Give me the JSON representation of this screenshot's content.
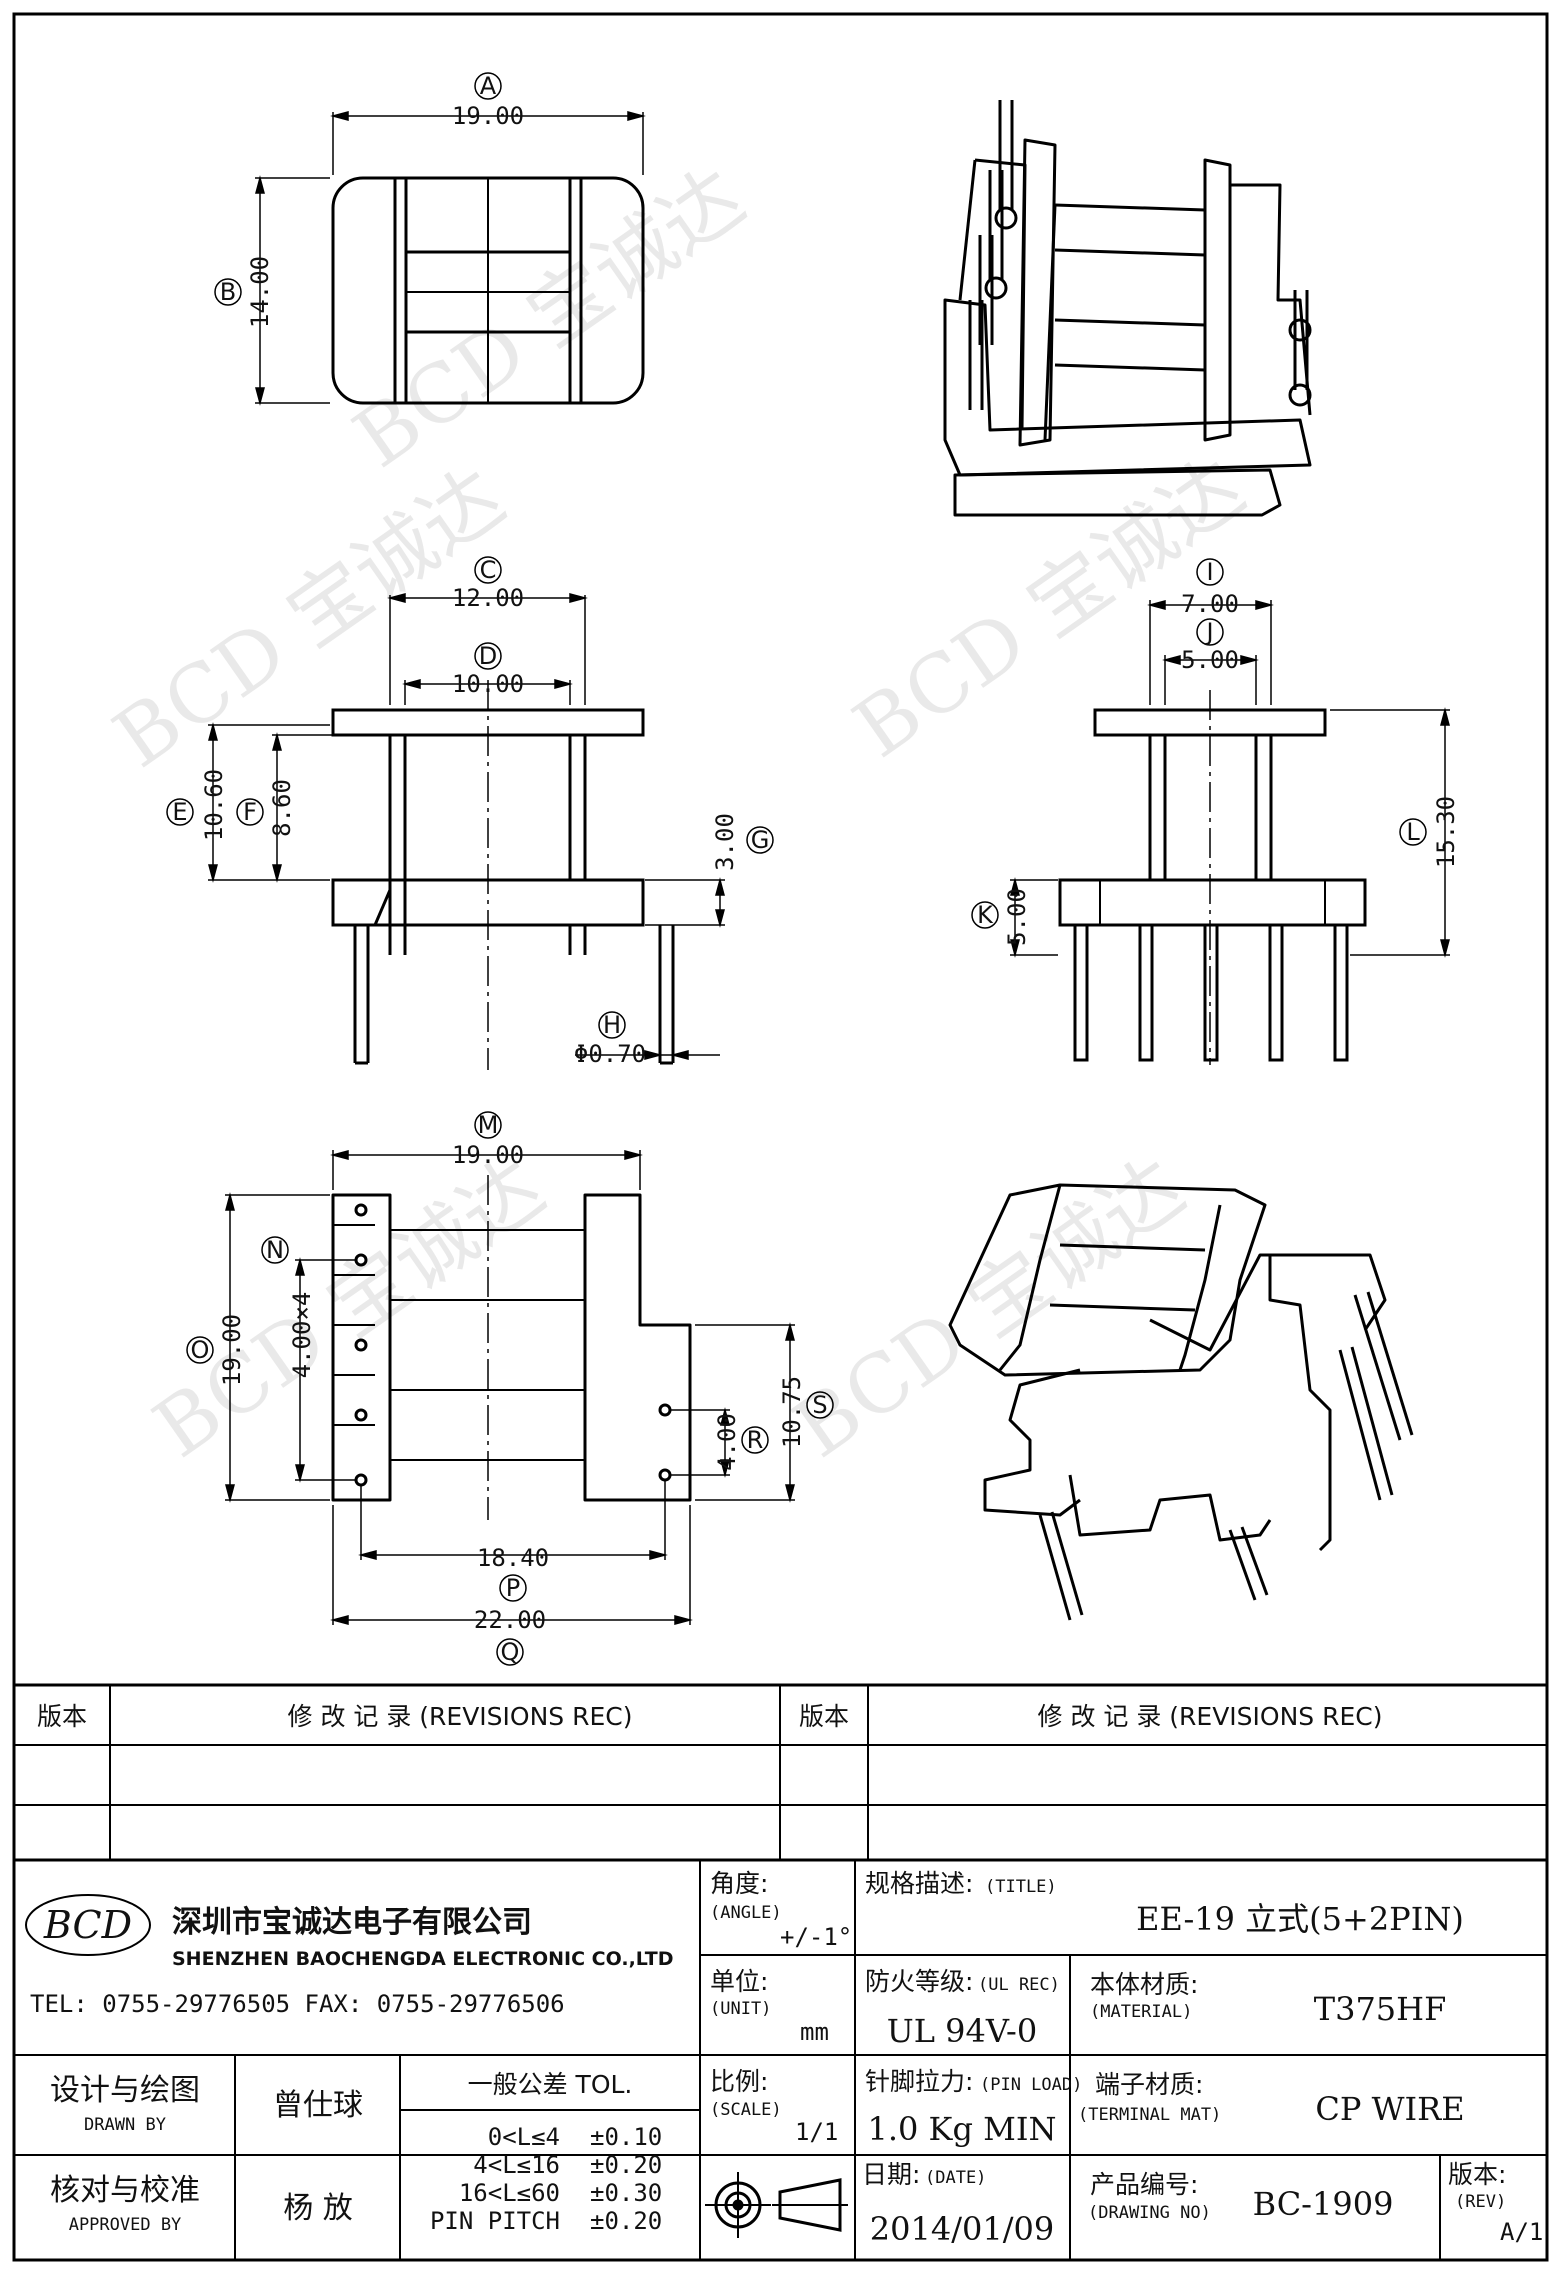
{
  "dimensions": {
    "A": {
      "letter": "A",
      "value": "19.00"
    },
    "B": {
      "letter": "B",
      "value": "14.00"
    },
    "C": {
      "letter": "C",
      "value": "12.00"
    },
    "D": {
      "letter": "D",
      "value": "10.00"
    },
    "E": {
      "letter": "E",
      "value": "10.60"
    },
    "F": {
      "letter": "F",
      "value": "8.60"
    },
    "G": {
      "letter": "G",
      "value": "3.00"
    },
    "H": {
      "letter": "H",
      "value": "Φ0.70"
    },
    "I": {
      "letter": "I",
      "value": "7.00"
    },
    "J": {
      "letter": "J",
      "value": "5.00"
    },
    "K": {
      "letter": "K",
      "value": "5.00"
    },
    "L": {
      "letter": "L",
      "value": "15.30"
    },
    "M": {
      "letter": "M",
      "value": "19.00"
    },
    "N": {
      "letter": "N",
      "value": "4.00×4"
    },
    "O": {
      "letter": "O",
      "value": "19.00"
    },
    "P": {
      "letter": "P",
      "value": "18.40"
    },
    "Q": {
      "letter": "Q",
      "value": "22.00"
    },
    "R": {
      "letter": "R",
      "value": "4.00"
    },
    "S": {
      "letter": "S",
      "value": "10.75"
    }
  },
  "watermark": {
    "text": "BCD 宝诚达"
  },
  "revisions": {
    "rev_label": "版本",
    "rev_label_2": "版本",
    "rec_label": "修 改 记 录  (REVISIONS REC)",
    "rec_label_2": "修 改 记 录  (REVISIONS REC)"
  },
  "company": {
    "logo_text": "BCD",
    "name_cn": "深圳市宝诚达电子有限公司",
    "name_en": "SHENZHEN BAOCHENGDA ELECTRONIC CO.,LTD",
    "contact": "TEL: 0755-29776505  FAX: 0755-29776506"
  },
  "title_block": {
    "angle_cn": "角度:",
    "angle_en": "(ANGLE)",
    "angle_val": "+/-1°",
    "title_cn": "规格描述:",
    "title_en": "(TITLE)",
    "title_val": "EE-19 立式(5+2PIN)",
    "unit_cn": "单位:",
    "unit_en": "(UNIT)",
    "unit_val": "mm",
    "ul_cn": "防火等级:",
    "ul_en": "(UL REC)",
    "ul_val": "UL 94V-0",
    "mat_cn": "本体材质:",
    "mat_en": "(MATERIAL)",
    "mat_val": "T375HF",
    "design_cn": "设计与绘图",
    "design_en": "DRAWN BY",
    "designer": "曾仕球",
    "tol_title": "一般公差 TOL.",
    "tol_rows": [
      {
        "range": "0<L≤4",
        "val": "±0.10"
      },
      {
        "range": "4<L≤16",
        "val": "±0.20"
      },
      {
        "range": "16<L≤60",
        "val": "±0.30"
      },
      {
        "range": "PIN PITCH",
        "val": "±0.20"
      }
    ],
    "scale_cn": "比例:",
    "scale_en": "(SCALE)",
    "scale_val": "1/1",
    "pin_cn": "针脚拉力:",
    "pin_en": "(PIN LOAD)",
    "pin_val": "1.0 Kg MIN",
    "term_cn": "端子材质:",
    "term_en": "(TERMINAL MAT)",
    "term_val": "CP WIRE",
    "check_cn": "核对与校准",
    "check_en": "APPROVED BY",
    "checker": "杨  放",
    "date_cn": "日期:",
    "date_en": "(DATE)",
    "date_val": "2014/01/09",
    "dwg_cn": "产品编号:",
    "dwg_en": "(DRAWING NO)",
    "dwg_val": "BC-1909",
    "rev_cn": "版本:",
    "rev_en": "(REV)",
    "rev_val": "A/1"
  }
}
